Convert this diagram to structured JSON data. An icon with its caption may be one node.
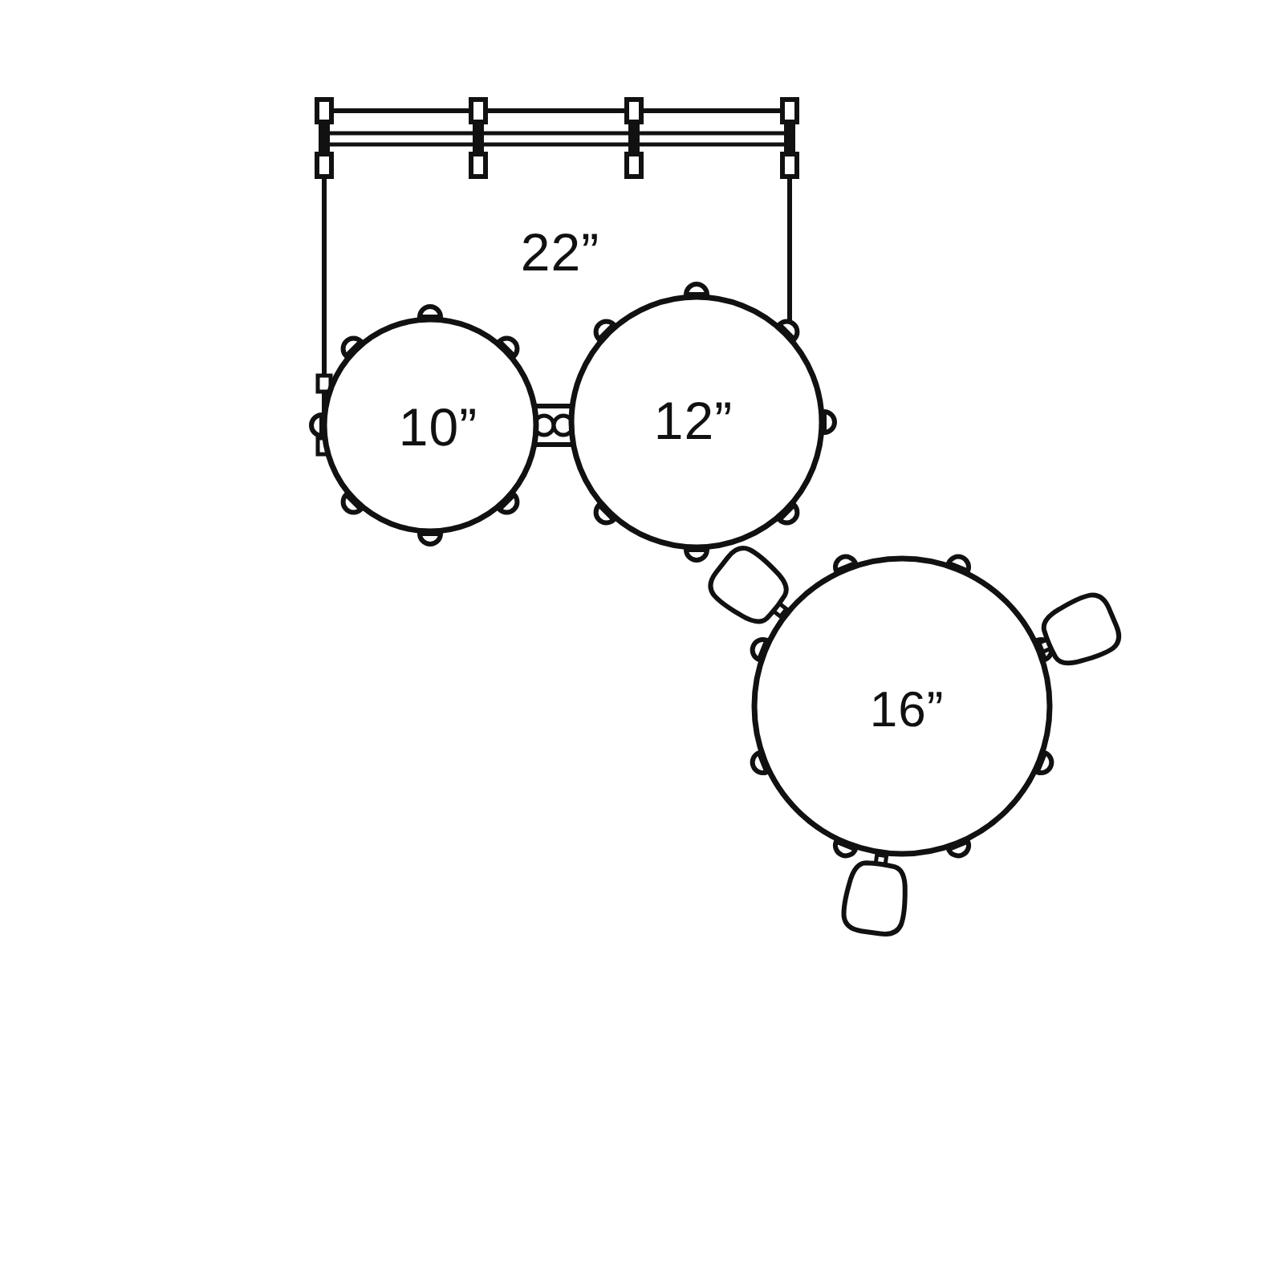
{
  "diagram": {
    "nodes": [
      {
        "text": [
          "22”"
        ]
      },
      {
        "text": [
          "10”"
        ]
      },
      {
        "text": [
          "12”"
        ]
      },
      {
        "text": [
          "16”"
        ]
      }
    ]
  }
}
